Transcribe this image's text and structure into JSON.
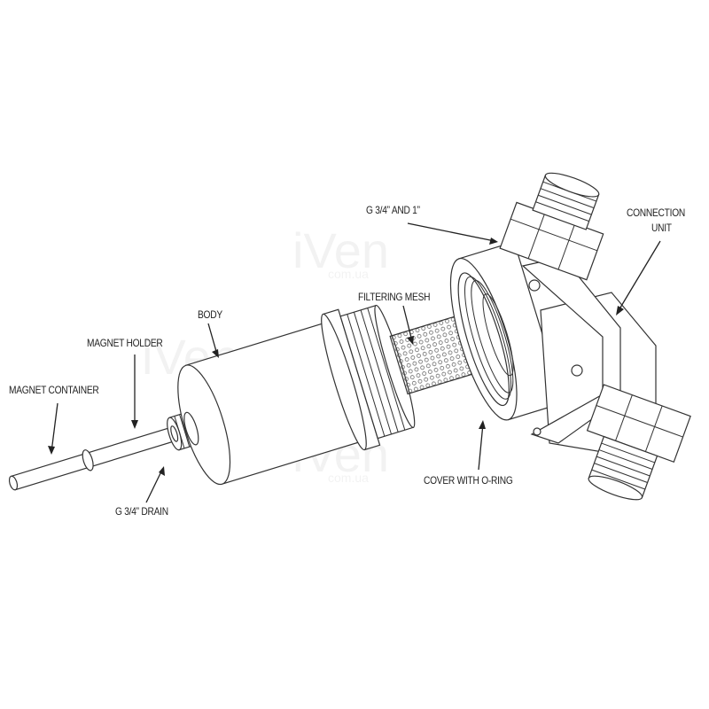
{
  "diagram": {
    "labels": {
      "magnet_container": "MAGNET CONTAINER",
      "magnet_holder": "MAGNET HOLDER",
      "body": "BODY",
      "drain": "G 3/4” DRAIN",
      "filtering_mesh": "FILTERING MESH",
      "cover": "COVER WITH O-RING",
      "thread": "G 3/4” AND 1”",
      "connection_unit_line1": "CONNECTION",
      "connection_unit_line2": "UNIT"
    },
    "watermark": "iVen com.ua"
  }
}
